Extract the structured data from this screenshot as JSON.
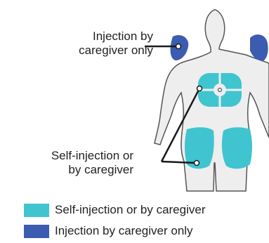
{
  "callouts": {
    "caregiver_only": {
      "line1": "Injection by",
      "line2": "caregiver only"
    },
    "self_or_caregiver": {
      "line1": "Self-injection or",
      "line2": "by caregiver"
    }
  },
  "legend": [
    {
      "label": "Self-injection or by caregiver",
      "color": "#40c4d0"
    },
    {
      "label": "Injection by caregiver only",
      "color": "#3b5cb0"
    }
  ],
  "colors": {
    "body_fill": "#eeeeee",
    "body_outline": "#555555",
    "self_or_caregiver": "#40c4d0",
    "caregiver_only": "#3b5cb0",
    "pointer": "#1a1a1a"
  }
}
